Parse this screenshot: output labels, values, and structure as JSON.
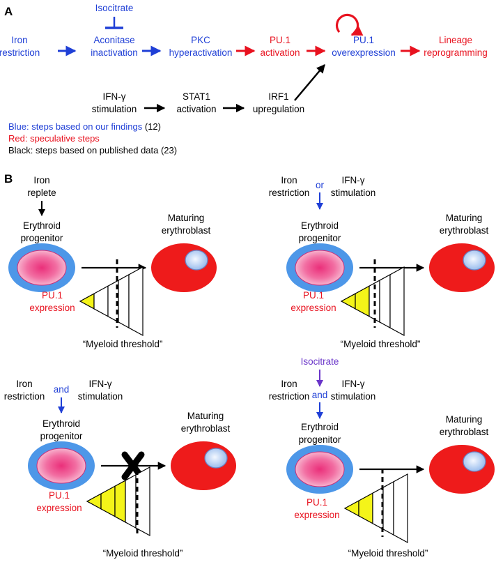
{
  "colors": {
    "blue": "#1f3fd6",
    "red": "#e8121f",
    "black": "#000000",
    "purple": "#6a35c9",
    "progenitor_outer": "#4d97e8",
    "progenitor_inner": "#f0679b",
    "erythroblast": "#ee1b1b",
    "nucleus": "#a8c9f0",
    "pu1_fill": "#f4f419"
  },
  "panel_a": {
    "label": "A",
    "inhibitor": "Isocitrate",
    "pathway": [
      {
        "line1": "Iron",
        "line2": "restriction",
        "color": "blue"
      },
      {
        "line1": "Aconitase",
        "line2": "inactivation",
        "color": "blue"
      },
      {
        "line1": "PKC",
        "line2": "hyperactivation",
        "color": "blue"
      },
      {
        "line1": "PU.1",
        "line2": "activation",
        "color": "red"
      },
      {
        "line1": "PU.1",
        "line2": "overexpression",
        "color": "blue"
      },
      {
        "line1": "Lineage",
        "line2": "reprogramming",
        "color": "red"
      }
    ],
    "ifn_pathway": [
      {
        "line1": "IFN-γ",
        "line2": "stimulation"
      },
      {
        "line1": "STAT1",
        "line2": "activation"
      },
      {
        "line1": "IRF1",
        "line2": "upregulation"
      }
    ],
    "legend": [
      {
        "prefix": "Blue: steps based on our findings",
        "ref": " (12)",
        "color": "blue"
      },
      {
        "prefix": "Red: speculative steps",
        "ref": "",
        "color": "red"
      },
      {
        "prefix": "Black: steps based on published data (23)",
        "ref": "",
        "color": "black"
      }
    ]
  },
  "panel_b": {
    "label": "B",
    "progenitor": {
      "line1": "Erythroid",
      "line2": "progenitor"
    },
    "erythroblast": {
      "line1": "Maturing",
      "line2": "erythroblast"
    },
    "pu1": {
      "line1": "PU.1",
      "line2": "expression"
    },
    "threshold": "“Myeloid threshold”",
    "scenarios": [
      {
        "top_line1": "Iron",
        "top_line2": "replete"
      },
      {
        "left_line1": "Iron",
        "left_line2": "restriction",
        "connector": "or",
        "right_line1": "IFN-γ",
        "right_line2": "stimulation"
      },
      {
        "left_line1": "Iron",
        "left_line2": "restriction",
        "connector": "and",
        "right_line1": "IFN-γ",
        "right_line2": "stimulation"
      },
      {
        "inhibitor": "Isocitrate",
        "left_line1": "Iron",
        "left_line2": "restriction",
        "connector": "and",
        "right_line1": "IFN-γ",
        "right_line2": "stimulation"
      }
    ]
  }
}
